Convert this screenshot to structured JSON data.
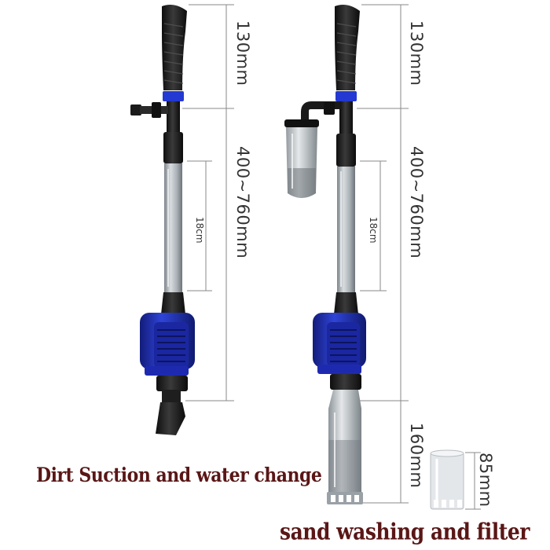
{
  "dimensions": {
    "left_top": "130mm",
    "left_tube": "400~760mm",
    "left_inner": "18cm",
    "right_top": "130mm",
    "right_tube": "400~760mm",
    "right_inner": "18cm",
    "right_bottom": "160mm",
    "small_filter": "85mm"
  },
  "captions": {
    "left": "Dirt Suction and water change",
    "right": "sand washing and filter"
  },
  "colors": {
    "pump_blue": "#1f2fb8",
    "caption": "#5a1616"
  }
}
